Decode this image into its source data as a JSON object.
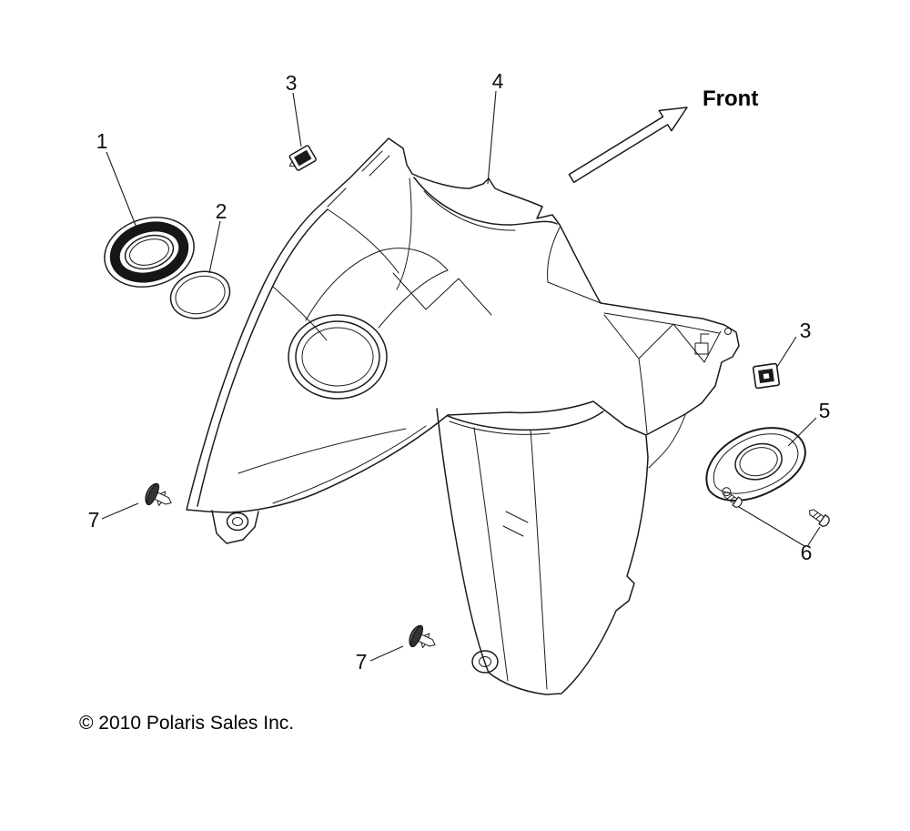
{
  "colors": {
    "ink": "#1b1b1b",
    "background": "#ffffff"
  },
  "diagram": {
    "front_label": "Front",
    "copyright": "© 2010 Polaris Sales Inc.",
    "callouts": [
      {
        "label": "1"
      },
      {
        "label": "2"
      },
      {
        "label": "3"
      },
      {
        "label": "4"
      },
      {
        "label": "3"
      },
      {
        "label": "5"
      },
      {
        "label": "6"
      },
      {
        "label": "7"
      },
      {
        "label": "7"
      }
    ]
  }
}
